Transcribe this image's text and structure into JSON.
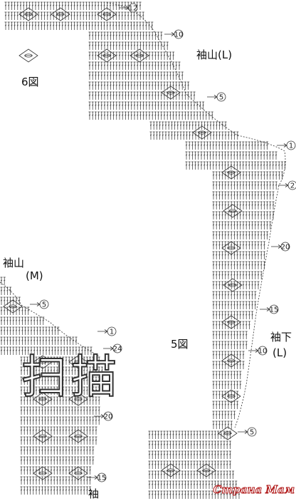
{
  "labels": {
    "fig6": "6図",
    "sleeve_cap_L": "袖山(L)",
    "sleeve_cap_M_line1": "袖山",
    "sleeve_cap_M_line2": "(M)",
    "fig5": "5図",
    "sleeve_under_line1": "袖下",
    "sleeve_under_line2": "(L)",
    "sleeve_bottom": "袖"
  },
  "row_numbers": {
    "r12": "12",
    "r10": "10",
    "r5a": "5",
    "r1a": "1",
    "r2": "2",
    "r20a": "20",
    "r15a": "15",
    "r10b": "10",
    "r5b": "5",
    "r5c": "5",
    "r1b": "1",
    "r24": "24",
    "r20b": "20",
    "r15b": "15"
  },
  "watermark": "扫描",
  "brand": "Страна Мам"
}
